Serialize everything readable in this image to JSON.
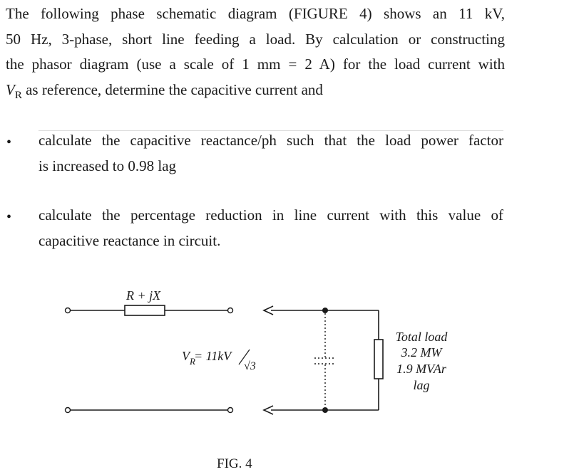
{
  "question": {
    "line1": "The following phase schematic diagram (FIGURE 4) shows an 11 kV,",
    "line2": "50 Hz, 3-phase, short line feeding a load.  By calculation or constructing",
    "line3": "the phasor diagram (use a scale of 1 mm  =  2 A) for the load current with",
    "line4_v": "V",
    "line4_sub": "R",
    "line4_rest": " as reference, determine the capacitive current and"
  },
  "bullets": [
    {
      "symbol": "•",
      "line1": "calculate the capacitive reactance/ph such that the load power factor",
      "line2": "is increased to 0.98 lag"
    },
    {
      "symbol": "•",
      "line1": "calculate the percentage reduction in line current with this value of",
      "line2": "capacitive reactance in circuit."
    }
  ],
  "figure": {
    "impedance_label": "R + jX",
    "vr_v": "V",
    "vr_sub": "R",
    "vr_rest": " = 11kV",
    "vr_root": "√3",
    "load_lines": [
      "Total load",
      "3.2 MW",
      "1.9 MVAr",
      "lag"
    ],
    "caption": "FIG. 4"
  }
}
